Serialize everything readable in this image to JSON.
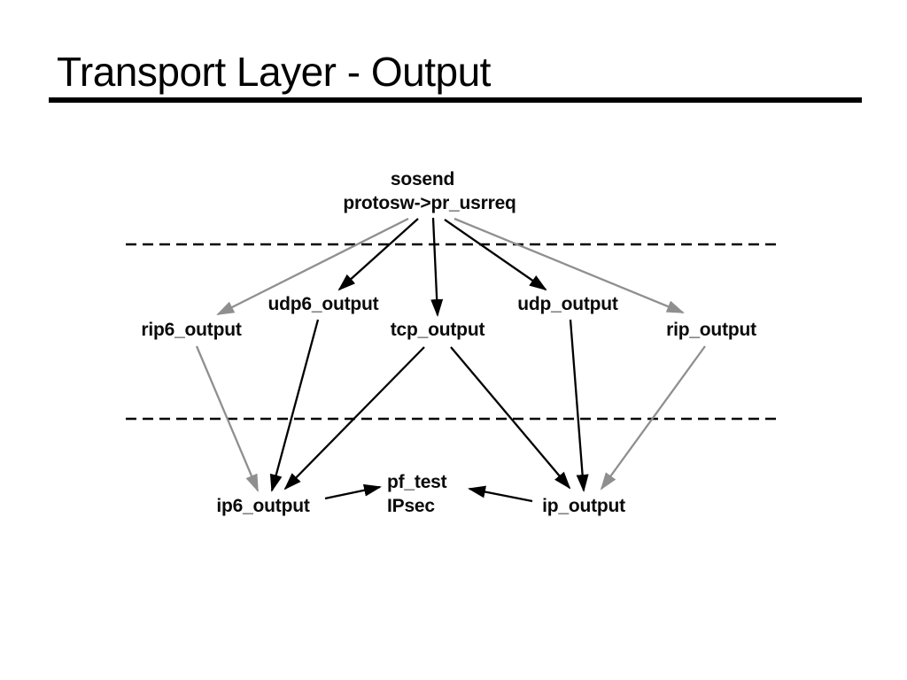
{
  "slide": {
    "title": "Transport Layer - Output"
  },
  "diagram": {
    "nodes": {
      "sosend": "sosend",
      "pr_usrreq": "protosw->pr_usrreq",
      "rip6_output": "rip6_output",
      "udp6_output": "udp6_output",
      "tcp_output": "tcp_output",
      "udp_output": "udp_output",
      "rip_output": "rip_output",
      "ip6_output": "ip6_output",
      "pf_test": "pf_test",
      "ipsec": "IPsec",
      "ip_output": "ip_output"
    },
    "edges": [
      {
        "from": "protosw->pr_usrreq",
        "to": "rip6_output",
        "color": "gray"
      },
      {
        "from": "protosw->pr_usrreq",
        "to": "udp6_output",
        "color": "black"
      },
      {
        "from": "protosw->pr_usrreq",
        "to": "tcp_output",
        "color": "black"
      },
      {
        "from": "protosw->pr_usrreq",
        "to": "udp_output",
        "color": "black"
      },
      {
        "from": "protosw->pr_usrreq",
        "to": "rip_output",
        "color": "gray"
      },
      {
        "from": "rip6_output",
        "to": "ip6_output",
        "color": "gray"
      },
      {
        "from": "udp6_output",
        "to": "ip6_output",
        "color": "black"
      },
      {
        "from": "tcp_output",
        "to": "ip6_output",
        "color": "black"
      },
      {
        "from": "tcp_output",
        "to": "ip_output",
        "color": "black"
      },
      {
        "from": "udp_output",
        "to": "ip_output",
        "color": "black"
      },
      {
        "from": "rip_output",
        "to": "ip_output",
        "color": "gray"
      },
      {
        "from": "ip6_output",
        "to": "pf_test",
        "color": "black"
      },
      {
        "from": "ip_output",
        "to": "pf_test",
        "color": "black"
      }
    ],
    "colors": {
      "edge_black": "#000000",
      "edge_gray": "#8f8f8f"
    }
  }
}
